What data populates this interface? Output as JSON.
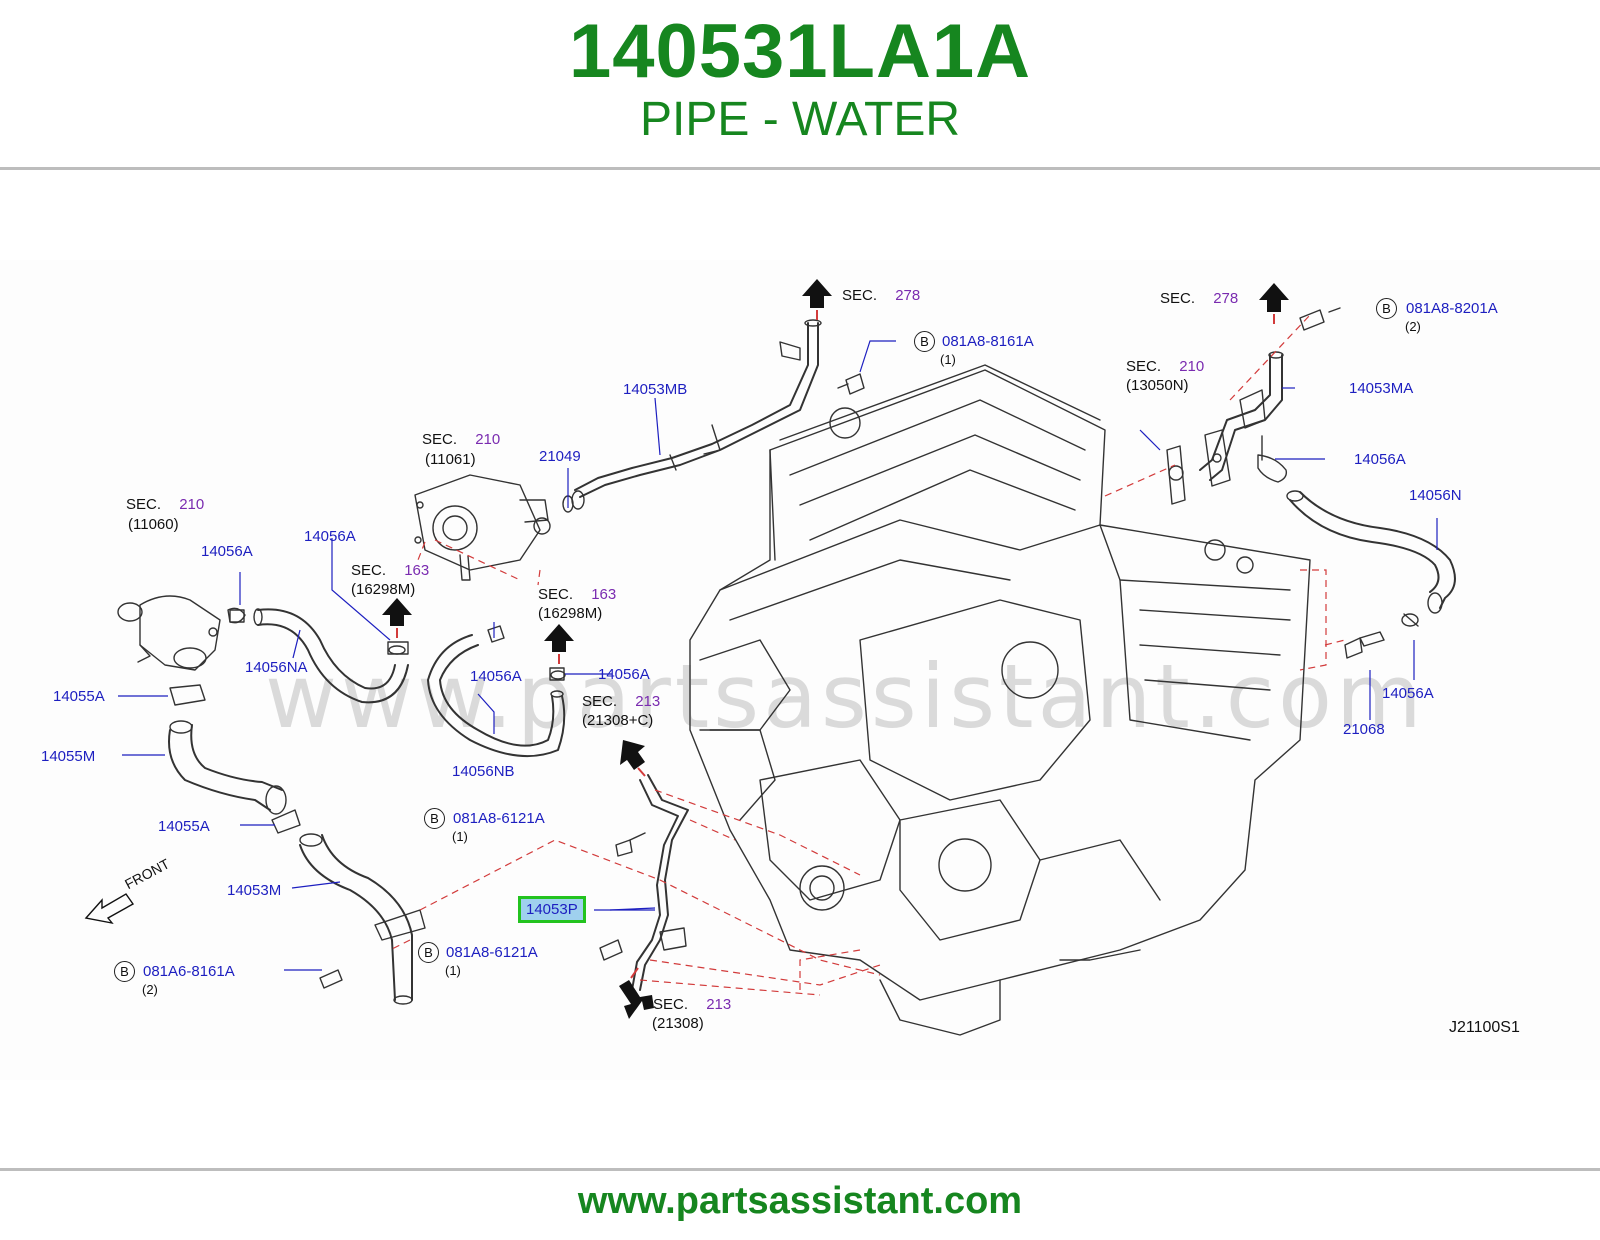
{
  "header": {
    "part_number": "140531LA1A",
    "part_name": "PIPE - WATER"
  },
  "footer": {
    "url": "www.partsassistant.com"
  },
  "watermark": "www.partsassistant.com",
  "diagram": {
    "code": "J21100S1",
    "front_label": "FRONT",
    "highlighted_part": "14053P",
    "sec_word": "SEC.",
    "bolt_badge": "B",
    "parts": {
      "p14053MB": "14053MB",
      "p21049": "21049",
      "p14053MA": "14053MA",
      "p14056A_r1": "14056A",
      "p14056N": "14056N",
      "p14056A_r2": "14056A",
      "p21068": "21068",
      "p14056A_l1": "14056A",
      "p14056A_l2": "14056A",
      "p14056NA": "14056NA",
      "p14055A_1": "14055A",
      "p14055M": "14055M",
      "p14056A_c1": "14056A",
      "p14056A_c2": "14056A",
      "p14056NB": "14056NB",
      "p14055A_2": "14055A",
      "p14053M": "14053M"
    },
    "secs": {
      "s278_left": {
        "num": "278"
      },
      "s278_right": {
        "num": "278"
      },
      "s210_top": {
        "num": "210",
        "sub": "(11061)"
      },
      "s210_right": {
        "num": "210",
        "sub": "(13050N)"
      },
      "s210_left": {
        "num": "210",
        "sub": "(11060)"
      },
      "s163_a": {
        "num": "163",
        "sub": "(16298M)"
      },
      "s163_b": {
        "num": "163",
        "sub": "(16298M)"
      },
      "s213_top": {
        "num": "213",
        "sub": "(21308+C)"
      },
      "s213_bot": {
        "num": "213",
        "sub": "(21308)"
      }
    },
    "bolts": {
      "b1": {
        "code": "081A8-8161A",
        "qty": "(1)"
      },
      "b2": {
        "code": "081A8-8201A",
        "qty": "(2)"
      },
      "b3": {
        "code": "081A8-6121A",
        "qty": "(1)"
      },
      "b4": {
        "code": "081A8-6121A",
        "qty": "(1)"
      },
      "b5": {
        "code": "081A6-8161A",
        "qty": "(2)"
      }
    }
  }
}
